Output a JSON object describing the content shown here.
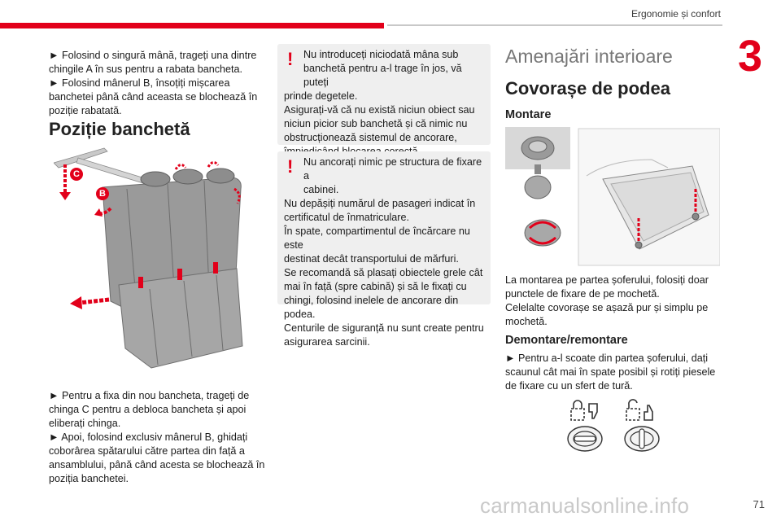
{
  "header": {
    "section": "Ergonomie și confort",
    "chapter_number": "3"
  },
  "left": {
    "intro_lines": [
      "► Folosind o singură mână, trageți una dintre",
      "chingile A în sus pentru a rabata bancheta.",
      "► Folosind mânerul B, însoțiți mișcarea",
      "banchetei până când aceasta se blochează în",
      "poziție rabatată."
    ],
    "heading": "Poziție banchetă",
    "figure_labels": {
      "c": "C",
      "b": "B"
    },
    "outro_lines": [
      "► Pentru a fixa din nou bancheta, trageți de",
      "chinga C pentru a debloca bancheta și apoi",
      "eliberați chinga.",
      "► Apoi, folosind exclusiv mânerul B, ghidați",
      "coborârea spătarului către partea din față a",
      "ansamblului, până când acesta se blochează în",
      "poziția banchetei."
    ]
  },
  "middle": {
    "warning1_lines": [
      "Nu introduceți niciodată mâna sub",
      "banchetă pentru a-l trage în jos, vă puteți",
      "prinde degetele.",
      "Asigurați-vă că nu există niciun obiect sau",
      "niciun picior sub banchetă și că nimic nu",
      "obstrucționează sistemul de ancorare,",
      "împiedicând blocarea corectă."
    ],
    "warning2_lines": [
      "Nu ancorați nimic pe structura de fixare a",
      "cabinei.",
      "Nu depășiți numărul de pasageri indicat în",
      "certificatul de înmatriculare.",
      "În spate, compartimentul de încărcare nu este",
      "destinat decât transportului de mărfuri.",
      "Se recomandă să plasați obiectele grele cât",
      "mai în față (spre cabină) și să le fixați cu",
      "chingi, folosind inelele de ancorare din podea.",
      "Centurile de siguranță nu sunt create pentru",
      "asigurarea sarcinii."
    ],
    "warning_mark": "!"
  },
  "right": {
    "section_title": "Amenajări interioare",
    "heading": "Covorașe de podea",
    "sub1": "Montare",
    "montare_lines": [
      "La montarea pe partea șoferului, folosiți doar",
      "punctele de fixare de pe mochetă.",
      "Celelalte covorașe se așază pur și simplu pe",
      "mochetă."
    ],
    "sub2": "Demontare/remontare",
    "demontare_lines": [
      "► Pentru a-l scoate din partea șoferului, dați",
      "scaunul cât mai în spate posibil și rotiți piesele",
      "de fixare cu un sfert de tură."
    ]
  },
  "footer": {
    "watermark": "carmanualsonline.info",
    "page_number": "71"
  },
  "colors": {
    "accent": "#e2001a",
    "warning_bg": "#efefef"
  }
}
